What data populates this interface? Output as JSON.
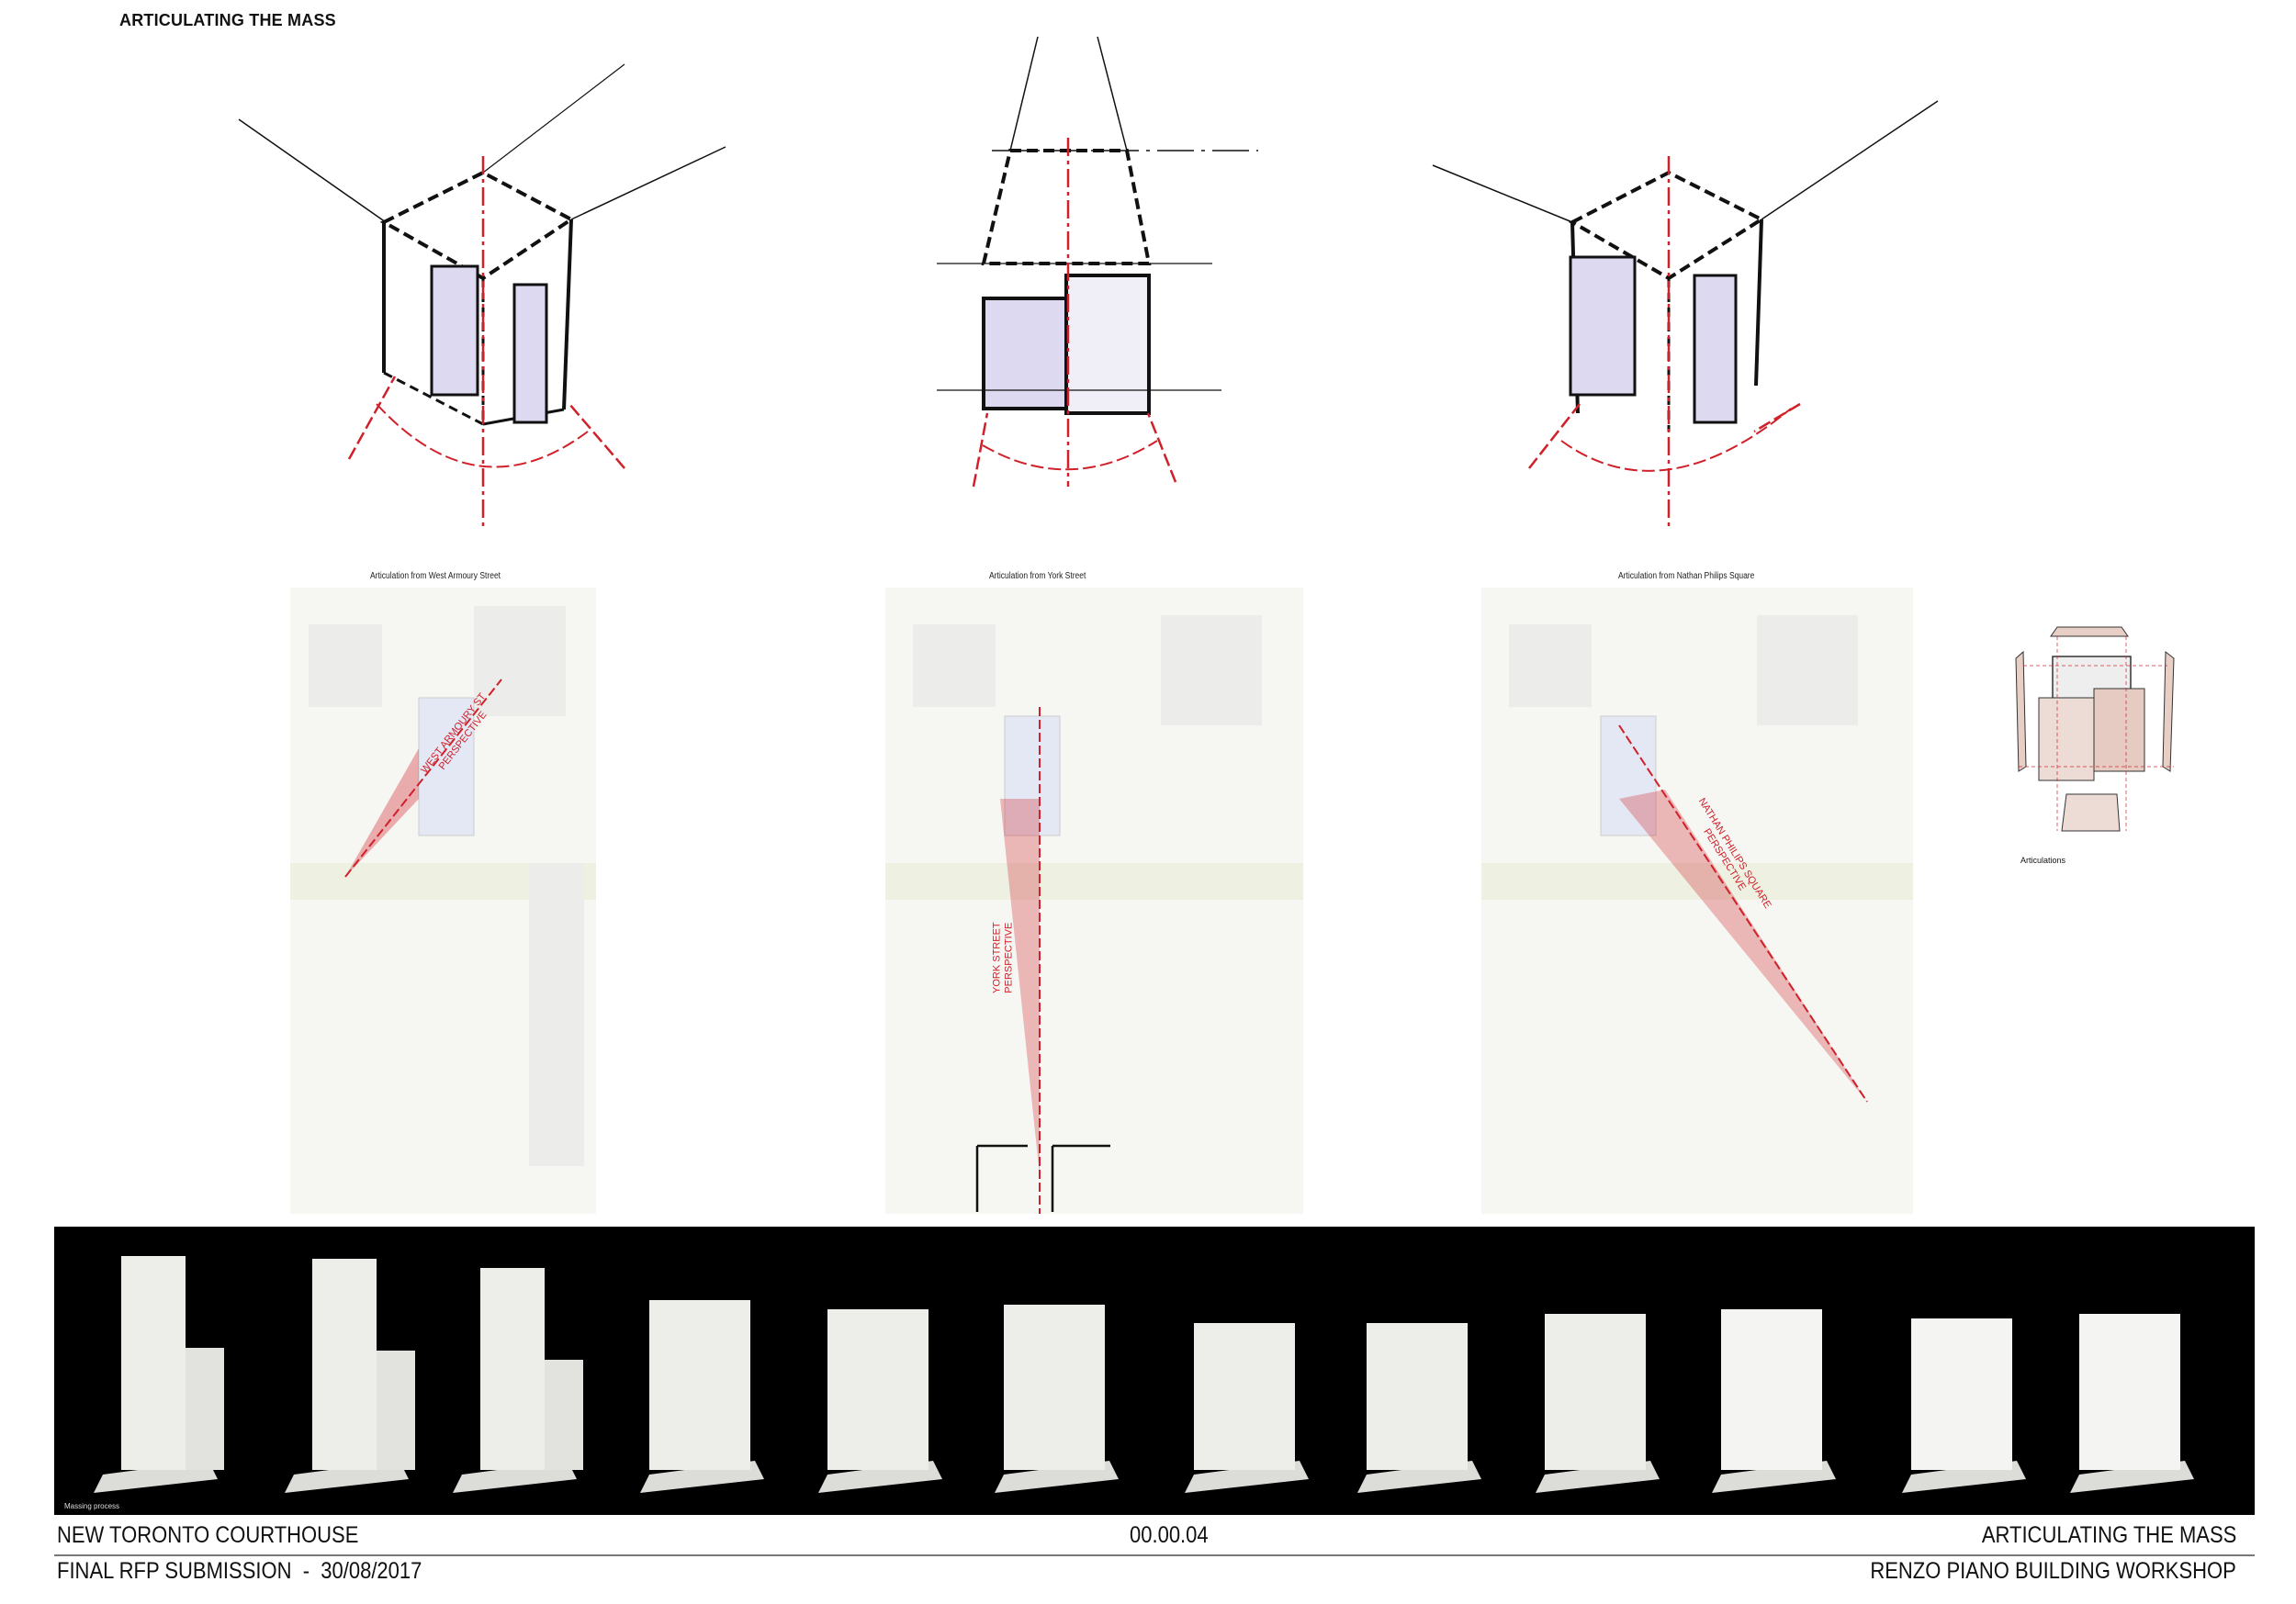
{
  "page_title": "ARTICULATING THE MASS",
  "sketches": [
    {
      "caption": "Articulation from West Armoury Street",
      "street_label_1": "WEST ARMOURY ST",
      "street_label_2": "PERSPECTIVE"
    },
    {
      "caption": "Articulation from York Street",
      "street_label_1": "YORK STREET",
      "street_label_2": "PERSPECTIVE"
    },
    {
      "caption": "Articulation from Nathan Philips Square",
      "street_label_1": "NATHAN PHILIPS SQUARE",
      "street_label_2": "PERSPECTIVE"
    }
  ],
  "articulations_label": "Articulations",
  "massing_label": "Massing process",
  "colors": {
    "accent_red": "#d0202a",
    "band": "#000000",
    "model": "#ededea",
    "panel_pink": "#e8cfc6"
  },
  "footer": {
    "project": "NEW TORONTO COURTHOUSE",
    "sheet_number": "00.00.04",
    "sheet_title": "ARTICULATING THE MASS",
    "submission": "FINAL RFP SUBMISSION  -  30/08/2017",
    "firm": "RENZO PIANO BUILDING WORKSHOP"
  }
}
